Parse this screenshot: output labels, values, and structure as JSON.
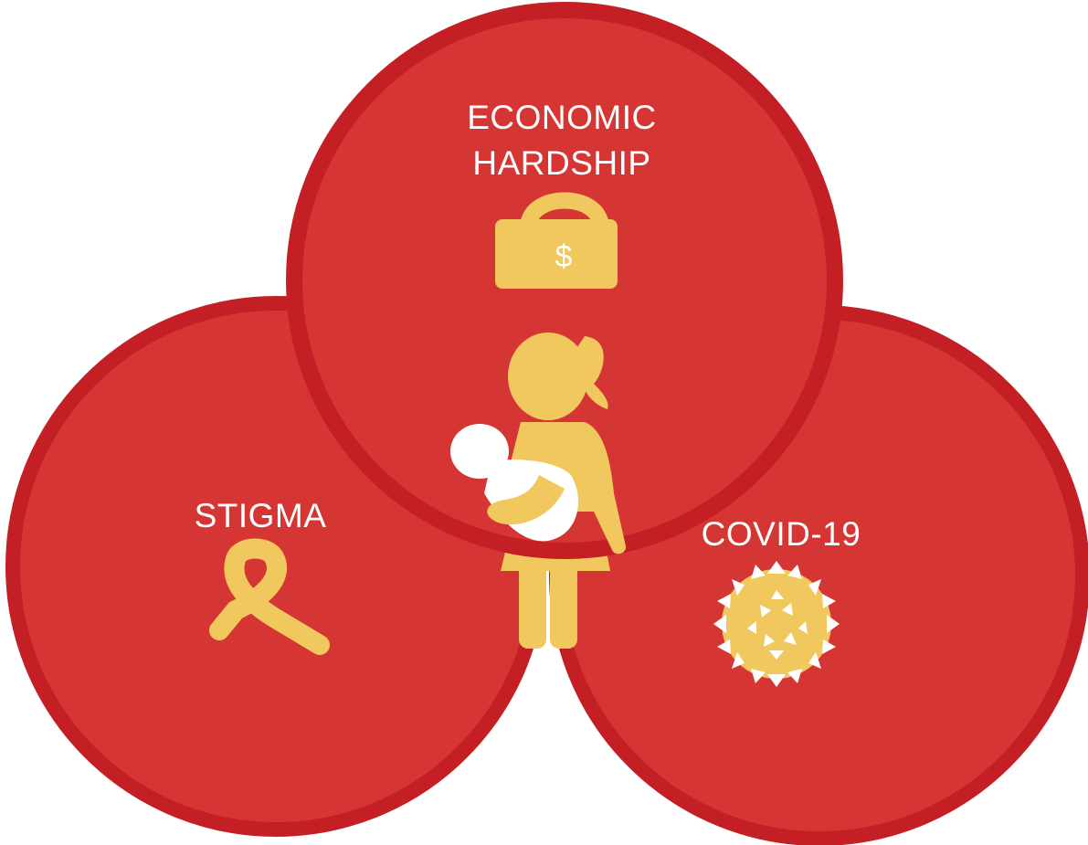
{
  "colors": {
    "circle_fill": "#d63633",
    "circle_stroke": "#c41f25",
    "icon_fill": "#f0c85e",
    "baby_fill": "#ffffff",
    "text": "#ffffff"
  },
  "circles": {
    "economic": {
      "line1": "ECONOMIC",
      "line2": "HARDSHIP",
      "icon": "money-bag-icon",
      "icon_symbol": "$"
    },
    "stigma": {
      "label": "STIGMA",
      "icon": "awareness-ribbon-icon"
    },
    "covid": {
      "label": "COVID-19",
      "icon": "coronavirus-icon"
    }
  },
  "center": {
    "icon": "mother-holding-baby-icon"
  }
}
